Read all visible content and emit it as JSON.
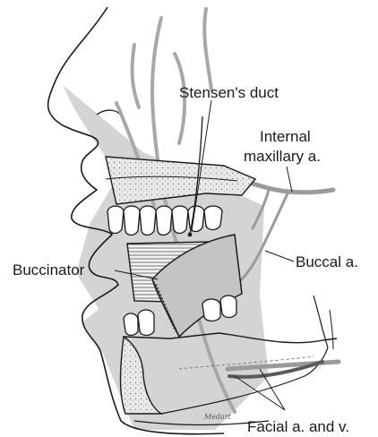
{
  "labels": {
    "stensens_duct": "Stensen's duct",
    "internal_maxillary_line1": "Internal",
    "internal_maxillary_line2": "maxillary a.",
    "buccal_artery": "Buccal a.",
    "buccinator": "Buccinator",
    "facial_av": "Facial a. and v."
  },
  "signature": "Medart",
  "colors": {
    "skin_shading": "#d4d4d4",
    "deep_shading": "#b8b8b8",
    "vessel_gray": "#9a9a9a",
    "vein_dark": "#5a5a5a",
    "line": "#1a1a1a",
    "background": "#ffffff"
  }
}
